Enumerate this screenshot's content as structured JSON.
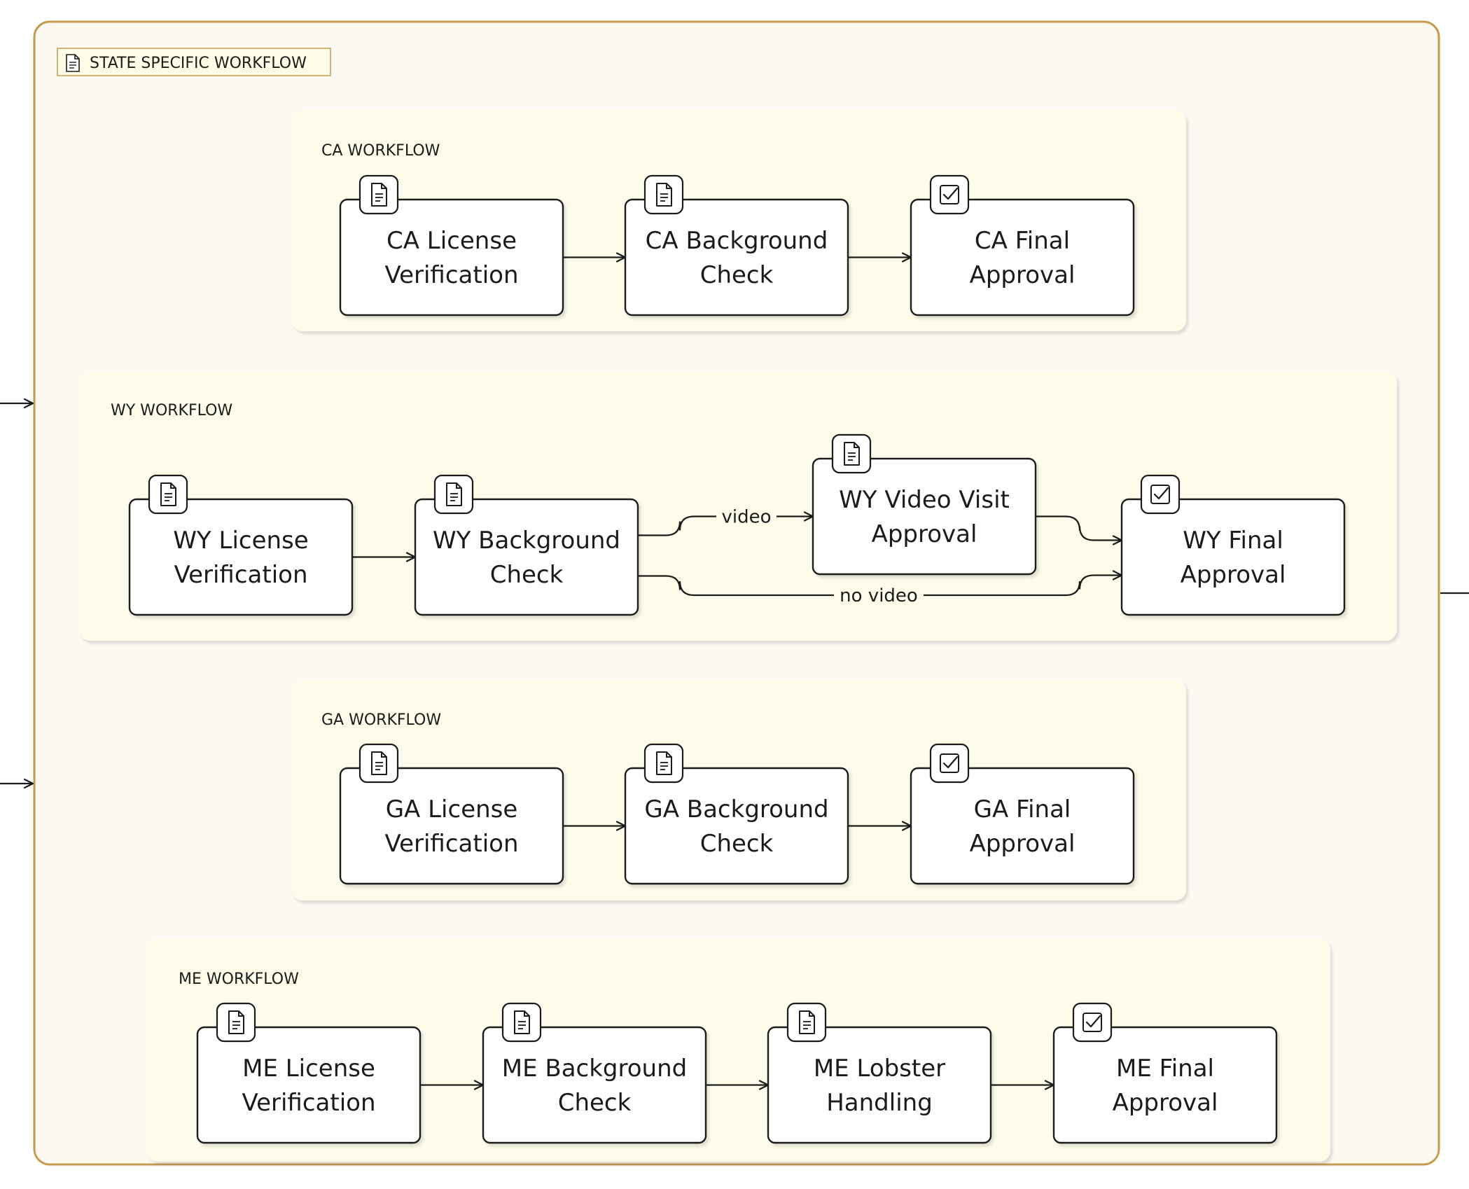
{
  "diagram": {
    "outer_title": "STATE SPECIFIC WORKFLOW",
    "colors": {
      "outer_border": "#c79a4d",
      "outer_fill": "#fbf9f1",
      "group_fill": "#fdfcea",
      "node_fill": "#ffffff",
      "stroke": "#1b1b1b",
      "label_box": "#fffde8"
    },
    "groups": [
      {
        "id": "ca",
        "title": "CA WORKFLOW"
      },
      {
        "id": "wy",
        "title": "WY WORKFLOW"
      },
      {
        "id": "ga",
        "title": "GA WORKFLOW"
      },
      {
        "id": "me",
        "title": "ME WORKFLOW"
      }
    ],
    "nodes": [
      {
        "id": "ca1",
        "group": "ca",
        "lines": [
          "CA License",
          "Verification"
        ],
        "icon": "document-icon"
      },
      {
        "id": "ca2",
        "group": "ca",
        "lines": [
          "CA Background",
          "Check"
        ],
        "icon": "document-icon"
      },
      {
        "id": "ca3",
        "group": "ca",
        "lines": [
          "CA Final",
          "Approval"
        ],
        "icon": "checkbox-icon"
      },
      {
        "id": "wy1",
        "group": "wy",
        "lines": [
          "WY License",
          "Verification"
        ],
        "icon": "document-icon"
      },
      {
        "id": "wy2",
        "group": "wy",
        "lines": [
          "WY Background",
          "Check"
        ],
        "icon": "document-icon"
      },
      {
        "id": "wy3",
        "group": "wy",
        "lines": [
          "WY Video Visit",
          "Approval"
        ],
        "icon": "document-icon"
      },
      {
        "id": "wy4",
        "group": "wy",
        "lines": [
          "WY Final",
          "Approval"
        ],
        "icon": "checkbox-icon"
      },
      {
        "id": "ga1",
        "group": "ga",
        "lines": [
          "GA License",
          "Verification"
        ],
        "icon": "document-icon"
      },
      {
        "id": "ga2",
        "group": "ga",
        "lines": [
          "GA Background",
          "Check"
        ],
        "icon": "document-icon"
      },
      {
        "id": "ga3",
        "group": "ga",
        "lines": [
          "GA Final",
          "Approval"
        ],
        "icon": "checkbox-icon"
      },
      {
        "id": "me1",
        "group": "me",
        "lines": [
          "ME License",
          "Verification"
        ],
        "icon": "document-icon"
      },
      {
        "id": "me2",
        "group": "me",
        "lines": [
          "ME Background",
          "Check"
        ],
        "icon": "document-icon"
      },
      {
        "id": "me3",
        "group": "me",
        "lines": [
          "ME Lobster",
          "Handling"
        ],
        "icon": "document-icon"
      },
      {
        "id": "me4",
        "group": "me",
        "lines": [
          "ME Final",
          "Approval"
        ],
        "icon": "checkbox-icon"
      }
    ],
    "edges": [
      {
        "from": "ca1",
        "to": "ca2"
      },
      {
        "from": "ca2",
        "to": "ca3"
      },
      {
        "from": "wy1",
        "to": "wy2"
      },
      {
        "from": "wy2",
        "to": "wy3",
        "label": "video"
      },
      {
        "from": "wy2",
        "to": "wy4",
        "label": "no video"
      },
      {
        "from": "wy3",
        "to": "wy4"
      },
      {
        "from": "ga1",
        "to": "ga2"
      },
      {
        "from": "ga2",
        "to": "ga3"
      },
      {
        "from": "me1",
        "to": "me2"
      },
      {
        "from": "me2",
        "to": "me3"
      },
      {
        "from": "me3",
        "to": "me4"
      }
    ]
  }
}
